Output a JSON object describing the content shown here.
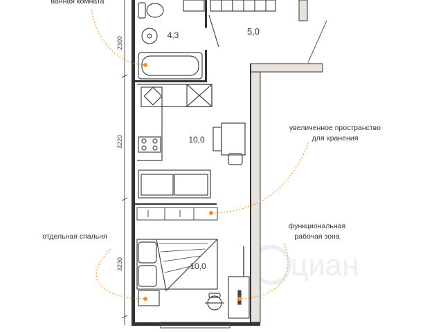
{
  "annotations": {
    "bathroom": "ванная комната",
    "storage_line1": "увеличенное пространство",
    "storage_line2": "для хранения",
    "bedroom": "отдельная спальня",
    "work_line1": "функциональная",
    "work_line2": "рабочая зона"
  },
  "areas": {
    "bathroom": "4,3",
    "hall": "5,0",
    "kitchen_living": "10,0",
    "bedroom": "10,0"
  },
  "dimensions": {
    "d1": "2300",
    "d2": "3220",
    "d3": "3230"
  },
  "watermark": "циан",
  "colors": {
    "accent": "#f0902a",
    "wall": "#333333",
    "hatch_wall": "#e8e2dc",
    "line": "#555555"
  }
}
